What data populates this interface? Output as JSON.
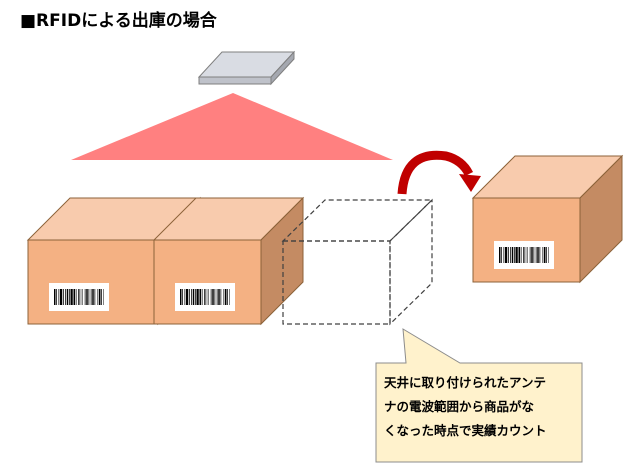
{
  "title": "■RFIDによる出庫の場合",
  "callout": {
    "lines": [
      "天井に取り付けられたアンテ",
      "ナの電波範囲から商品がな",
      "くなった時点で実績カウント"
    ]
  },
  "colors": {
    "box_front": "#f4b183",
    "box_top": "#f8cbad",
    "box_side": "#c48b63",
    "signal": "#ff8080",
    "arrow": "#c00000",
    "antenna_top": "#d9dce3",
    "antenna_side": "#a5a8b0",
    "callout_fill": "#fff2cc"
  }
}
